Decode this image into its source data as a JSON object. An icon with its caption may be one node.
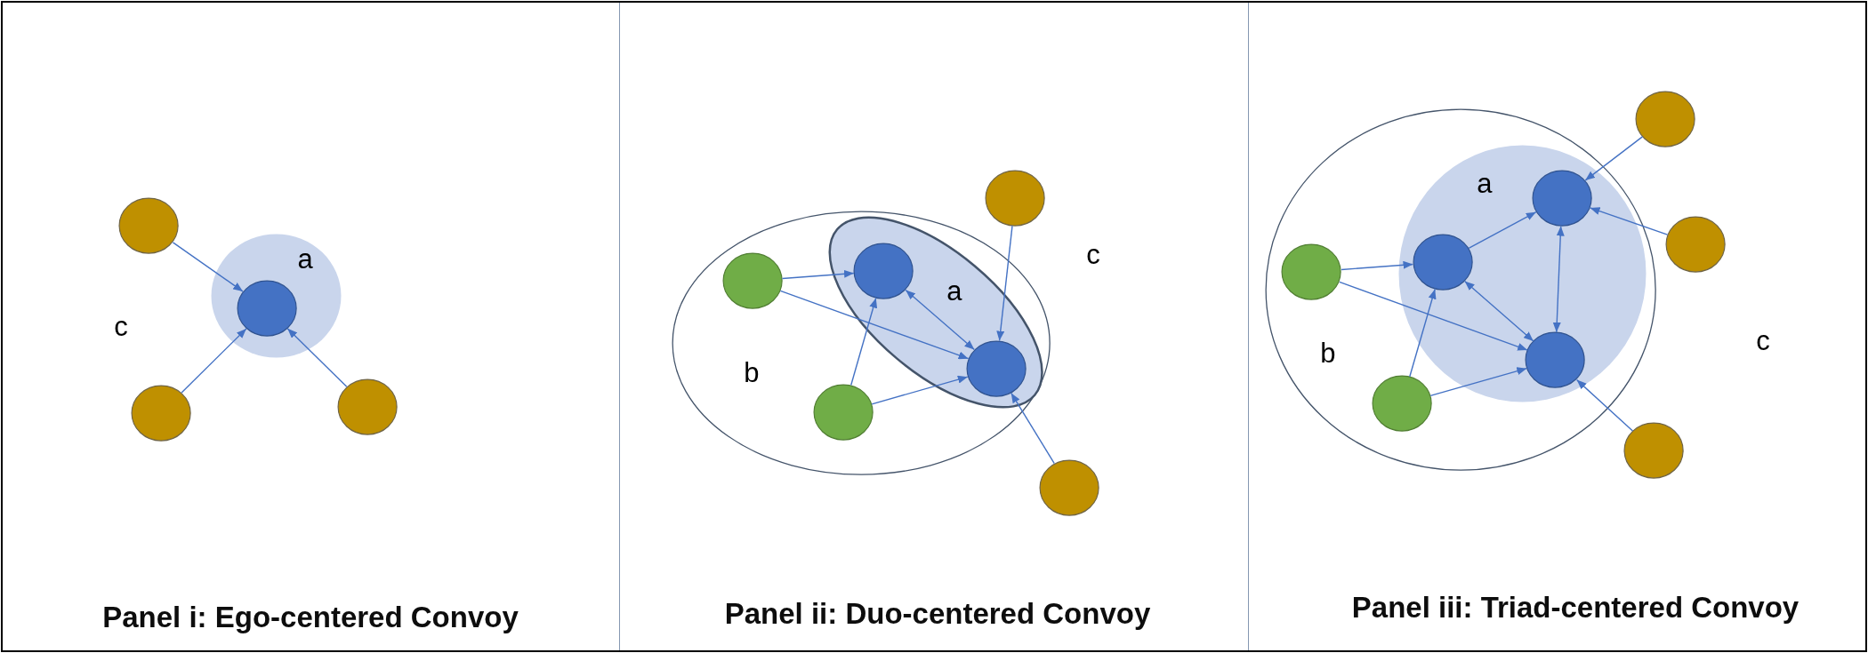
{
  "diagram": {
    "nodes": [
      {
        "text": [
          "c",
          "Panel i: Ego-centered Convoy"
        ]
      },
      {
        "text": [
          "a"
        ],
        "in": 0
      },
      {
        "text": [],
        "shape": "circle",
        "in": 1
      },
      {
        "text": [],
        "shape": "circle",
        "in": 0
      },
      {
        "text": [],
        "shape": "circle",
        "in": 0
      },
      {
        "text": [],
        "shape": "circle",
        "in": 0
      },
      {
        "text": [
          "c",
          "Panel ii: Duo-centered Convoy"
        ]
      },
      {
        "text": [
          "b"
        ],
        "in": 6
      },
      {
        "text": [
          "a"
        ],
        "in": 7
      },
      {
        "text": [],
        "shape": "circle",
        "in": 8
      },
      {
        "text": [],
        "shape": "circle",
        "in": 8
      },
      {
        "text": [],
        "shape": "circle",
        "in": 7
      },
      {
        "text": [],
        "shape": "circle",
        "in": 7
      },
      {
        "text": [],
        "shape": "circle",
        "in": 6
      },
      {
        "text": [],
        "shape": "circle",
        "in": 6
      },
      {
        "text": [
          "c",
          "Panel iii: Triad-centered Convoy"
        ]
      },
      {
        "text": [
          "b"
        ],
        "in": 15
      },
      {
        "text": [
          "a"
        ],
        "in": 16
      },
      {
        "text": [],
        "shape": "circle",
        "in": 17
      },
      {
        "text": [],
        "shape": "circle",
        "in": 17
      },
      {
        "text": [],
        "shape": "circle",
        "in": 17
      },
      {
        "text": [],
        "shape": "circle",
        "in": 16
      },
      {
        "text": [],
        "shape": "circle",
        "in": 16
      },
      {
        "text": [],
        "shape": "circle",
        "in": 15
      },
      {
        "text": [],
        "shape": "circle",
        "in": 15
      },
      {
        "text": [],
        "shape": "circle",
        "in": 15
      }
    ],
    "edges": [
      {
        "from": 3,
        "to": 2,
        "arrow": "to"
      },
      {
        "from": 4,
        "to": 2,
        "arrow": "to"
      },
      {
        "from": 5,
        "to": 2,
        "arrow": "to"
      },
      {
        "from": 11,
        "to": 9,
        "arrow": "to"
      },
      {
        "from": 11,
        "to": 10,
        "arrow": "to"
      },
      {
        "from": 12,
        "to": 9,
        "arrow": "to"
      },
      {
        "from": 12,
        "to": 10,
        "arrow": "to"
      },
      {
        "from": 9,
        "to": 10,
        "arrow": "both"
      },
      {
        "from": 13,
        "to": 10,
        "arrow": "to"
      },
      {
        "from": 14,
        "to": 10,
        "arrow": "to"
      },
      {
        "from": 21,
        "to": 19,
        "arrow": "to"
      },
      {
        "from": 21,
        "to": 20,
        "arrow": "to"
      },
      {
        "from": 22,
        "to": 19,
        "arrow": "to"
      },
      {
        "from": 22,
        "to": 20,
        "arrow": "to"
      },
      {
        "from": 19,
        "to": 18,
        "arrow": "to"
      },
      {
        "from": 19,
        "to": 20,
        "arrow": "both"
      },
      {
        "from": 18,
        "to": 20,
        "arrow": "both"
      },
      {
        "from": 23,
        "to": 18,
        "arrow": "to"
      },
      {
        "from": 24,
        "to": 18,
        "arrow": "to"
      },
      {
        "from": 25,
        "to": 20,
        "arrow": "to"
      }
    ]
  }
}
